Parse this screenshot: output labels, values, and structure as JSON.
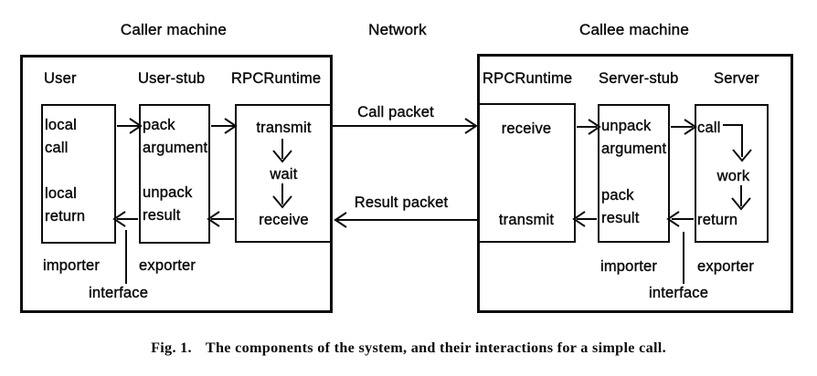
{
  "titles": {
    "caller": "Caller machine",
    "network": "Network",
    "callee": "Callee machine"
  },
  "packets": {
    "call": "Call packet",
    "result": "Result packet"
  },
  "caller": {
    "headers": [
      "User",
      "User-stub",
      "RPCRuntime"
    ],
    "user_box": {
      "top": [
        "local",
        "call"
      ],
      "bottom": [
        "local",
        "return"
      ]
    },
    "stub_box": {
      "top": [
        "pack",
        "argument"
      ],
      "bottom": [
        "unpack",
        "result"
      ]
    },
    "runtime_box": {
      "step1": "transmit",
      "step2": "wait",
      "step3": "receive"
    },
    "footers": {
      "importer": "importer",
      "exporter": "exporter",
      "interface": "interface"
    }
  },
  "callee": {
    "headers": [
      "RPCRuntime",
      "Server-stub",
      "Server"
    ],
    "runtime_box": {
      "step1": "receive",
      "step2": "transmit"
    },
    "stub_box": {
      "top": [
        "unpack",
        "argument"
      ],
      "bottom": [
        "pack",
        "result"
      ]
    },
    "server_box": {
      "step1": "call",
      "step2": "work",
      "step3": "return"
    },
    "footers": {
      "importer": "importer",
      "exporter": "exporter",
      "interface": "interface"
    }
  },
  "caption": {
    "fig": "Fig. 1.",
    "text": "The components of the system, and their interactions for a simple call."
  }
}
